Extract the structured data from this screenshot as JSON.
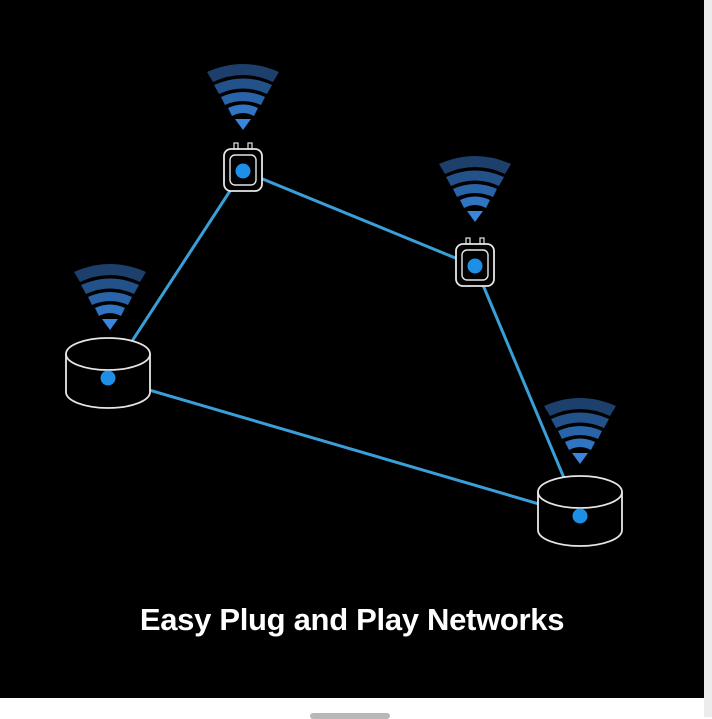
{
  "caption": "Easy Plug and Play Networks",
  "colors": {
    "background": "#000000",
    "link": "#3a9fd8",
    "node_dot": "#1e8fe6",
    "outline": "#e6e6e6",
    "signal": "#2f78c4",
    "caption": "#ffffff"
  },
  "nodes": [
    {
      "id": "router-top",
      "icon": "wall-plug-device-icon"
    },
    {
      "id": "router-right",
      "icon": "wall-plug-device-icon"
    },
    {
      "id": "hub-left",
      "icon": "disc-hub-icon"
    },
    {
      "id": "hub-bottom-right",
      "icon": "disc-hub-icon"
    }
  ],
  "links": [
    {
      "from": "router-top",
      "to": "router-right"
    },
    {
      "from": "router-right",
      "to": "hub-bottom-right"
    },
    {
      "from": "hub-bottom-right",
      "to": "hub-left"
    },
    {
      "from": "hub-left",
      "to": "router-top"
    }
  ]
}
